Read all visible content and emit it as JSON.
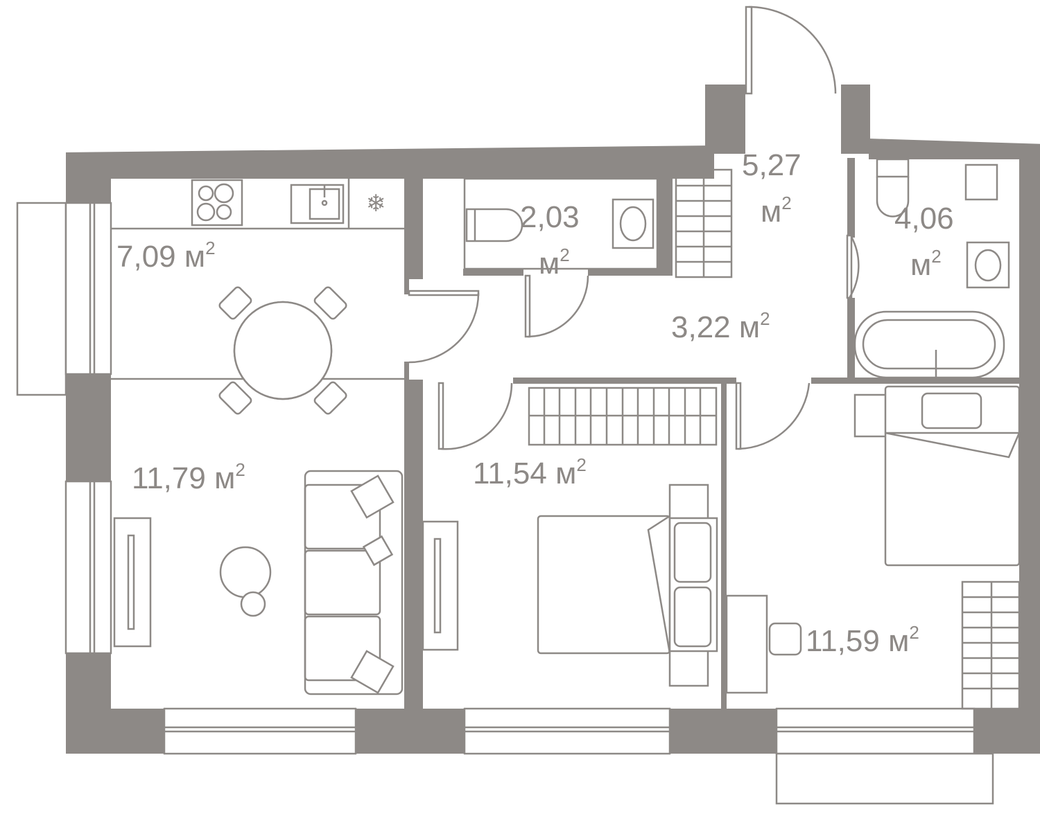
{
  "plan": {
    "colors": {
      "wall": "#8d8986",
      "background": "#ffffff"
    },
    "rooms": [
      {
        "id": "kitchen",
        "area": "7,09",
        "unit": "м",
        "exp": "2"
      },
      {
        "id": "living",
        "area": "11,79",
        "unit": "м",
        "exp": "2"
      },
      {
        "id": "wc",
        "area": "2,03",
        "unit": "м",
        "exp": "2"
      },
      {
        "id": "entrance",
        "area": "5,27",
        "unit": "м",
        "exp": "2"
      },
      {
        "id": "bathroom",
        "area": "4,06",
        "unit": "м",
        "exp": "2"
      },
      {
        "id": "hall",
        "area": "3,22",
        "unit": "м",
        "exp": "2"
      },
      {
        "id": "bedroom1",
        "area": "11,54",
        "unit": "м",
        "exp": "2"
      },
      {
        "id": "bedroom2",
        "area": "11,59",
        "unit": "м",
        "exp": "2"
      }
    ],
    "icons": {
      "fridge": "snowflake-icon"
    }
  }
}
